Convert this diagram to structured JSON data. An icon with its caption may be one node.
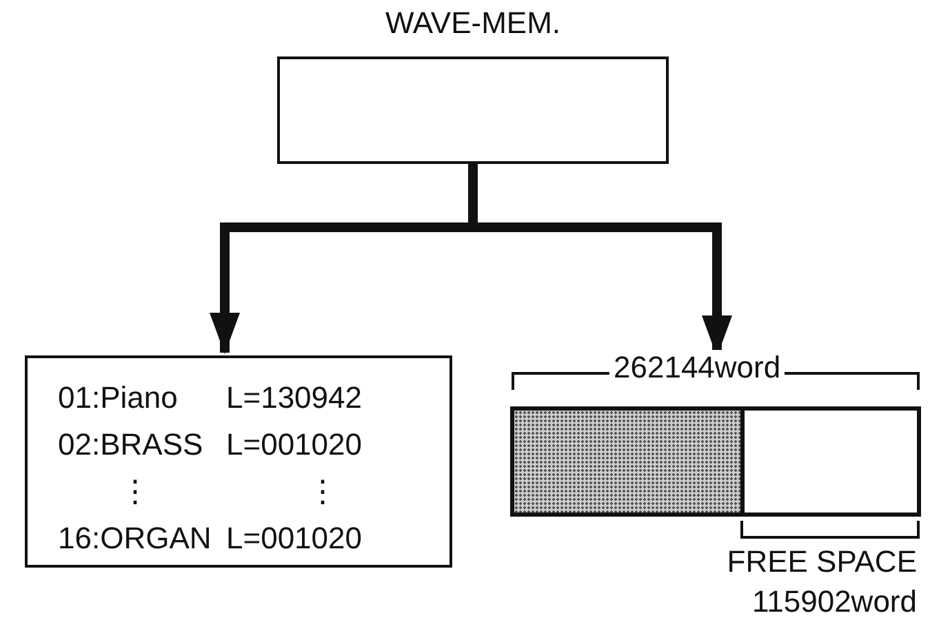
{
  "diagram": {
    "nodes": [
      {
        "text": [
          "WAVE-MEM."
        ]
      },
      {
        "text": [
          "01:Piano",
          "L=130942",
          "02:BRASS",
          "L=001020",
          "⋮",
          "⋮",
          "16:ORGAN",
          "L=001020"
        ]
      },
      {
        "text": [],
        "shape": "bar"
      },
      {
        "text": [],
        "shape": "box",
        "in": 2
      }
    ],
    "edges": [
      {
        "from": 0,
        "to": 1,
        "arrow": "to"
      },
      {
        "from": 0,
        "to": 2,
        "arrow": "to"
      }
    ],
    "labels": [
      "262144word",
      "FREE SPACE",
      "115902word"
    ]
  }
}
